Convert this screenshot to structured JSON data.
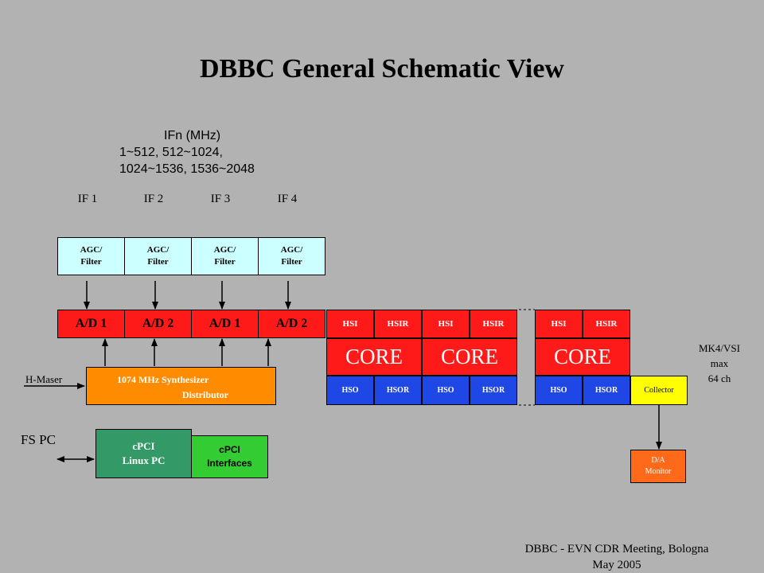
{
  "title": "DBBC General Schematic View",
  "ifn": {
    "line1": "IFn (MHz)",
    "line2": "1~512, 512~1024,",
    "line3": "1024~1536, 1536~2048"
  },
  "if_labels": [
    "IF 1",
    "IF 2",
    "IF 3",
    "IF 4"
  ],
  "agc": {
    "line1": "AGC/",
    "line2": "Filter"
  },
  "ad_labels": [
    "A/D 1",
    "A/D 2",
    "A/D 1",
    "A/D 2"
  ],
  "hsi_labels": [
    "HSI",
    "HSIR",
    "HSI",
    "HSIR",
    "HSI",
    "HSIR"
  ],
  "core_label": "CORE",
  "hso_labels": [
    "HSO",
    "HSOR",
    "HSO",
    "HSOR",
    "HSO",
    "HSOR"
  ],
  "collector": "Collector",
  "synth": {
    "line1": "1074 MHz Synthesizer",
    "line2": "Distributor"
  },
  "hmaser": "H-Maser",
  "mk4": {
    "line1": "MK4/VSI",
    "line2": "max",
    "line3": "64 ch"
  },
  "da": {
    "line1": "D/A",
    "line2": "Monitor"
  },
  "fs_pc": "FS PC",
  "linux_pc": {
    "line1": "cPCI",
    "line2": "Linux PC"
  },
  "cpci_if": {
    "line1": "cPCI",
    "line2": "Interfaces"
  },
  "footer": {
    "line1": "DBBC -  EVN CDR Meeting, Bologna",
    "line2": "May 2005"
  }
}
